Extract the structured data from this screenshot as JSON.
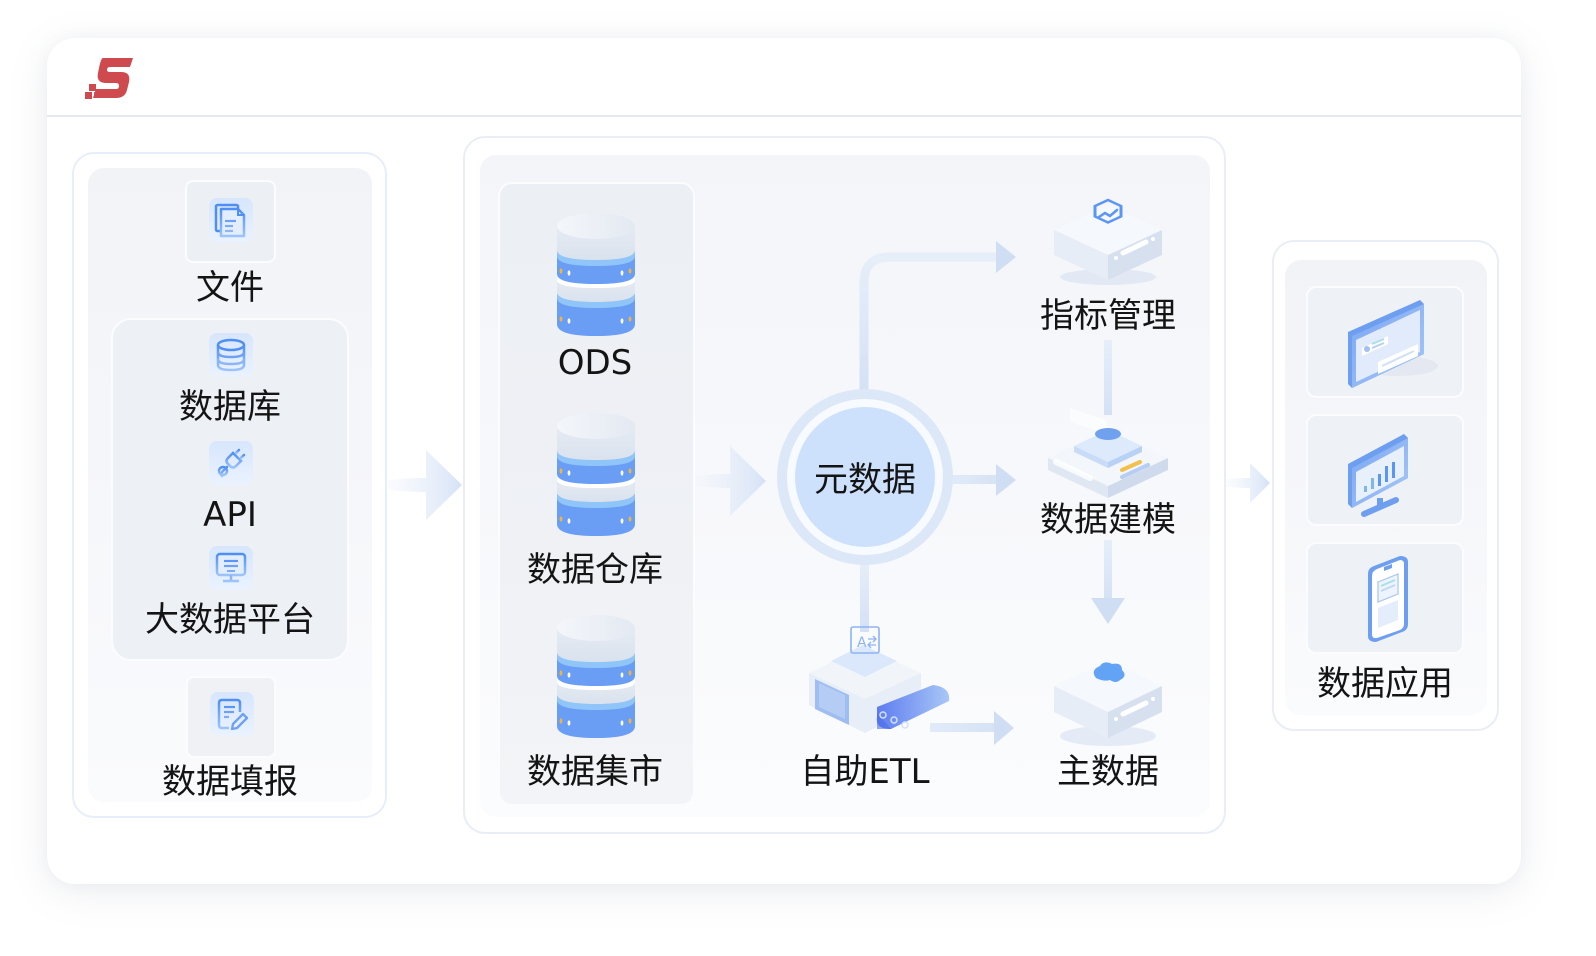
{
  "brand": {
    "logo_icon": "s-logo-icon",
    "color": "#cf4a4f"
  },
  "colors": {
    "accent_blue": "#5b95f5",
    "light_blue": "#cfe1fb",
    "arrow": "#d8e4f6",
    "panel_border": "#e6eefb"
  },
  "sources": {
    "file": {
      "label": "文件",
      "icon": "file-icon"
    },
    "group": [
      {
        "label": "数据库",
        "icon": "database-icon"
      },
      {
        "label": "API",
        "icon": "plug-icon"
      },
      {
        "label": "大数据平台",
        "icon": "monitor-icon"
      }
    ],
    "fill": {
      "label": "数据填报",
      "icon": "form-edit-icon"
    }
  },
  "storage": [
    {
      "label": "ODS",
      "icon": "server-stack-icon"
    },
    {
      "label": "数据仓库",
      "icon": "server-stack-icon"
    },
    {
      "label": "数据集市",
      "icon": "server-stack-icon"
    }
  ],
  "hub": {
    "label": "元数据"
  },
  "etl": {
    "label": "自助ETL",
    "icon": "etl-machine-icon"
  },
  "governance": [
    {
      "label": "指标管理",
      "icon": "metric-box-icon"
    },
    {
      "label": "数据建模",
      "icon": "modeling-platform-icon"
    },
    {
      "label": "主数据",
      "icon": "master-data-box-icon"
    }
  ],
  "apps": {
    "label": "数据应用",
    "items": [
      {
        "icon": "dashboard-screen-icon"
      },
      {
        "icon": "chart-monitor-icon"
      },
      {
        "icon": "mobile-app-icon"
      }
    ]
  }
}
